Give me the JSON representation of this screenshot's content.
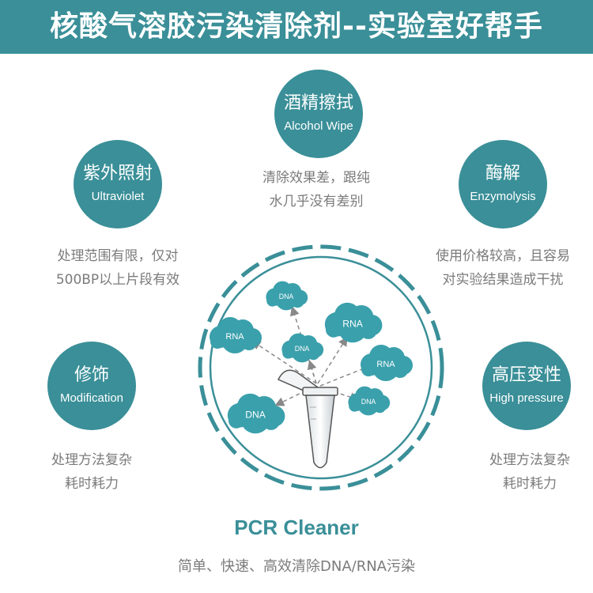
{
  "header": {
    "title": "核酸气溶胶污染清除剂--实验室好帮手"
  },
  "methods": [
    {
      "cn": "酒精擦拭",
      "en": "Alcohol Wipe",
      "desc": [
        "清除效果差，跟纯",
        "水几乎没有差别"
      ]
    },
    {
      "cn": "紫外照射",
      "en": "Ultraviolet",
      "desc": [
        "处理范围有限，仅对",
        "500BP以上片段有效"
      ]
    },
    {
      "cn": "酶解",
      "en": "Enzymolysis",
      "desc": [
        "使用价格较高，且容易",
        "对实验结果造成干扰"
      ]
    },
    {
      "cn": "修饰",
      "en": "Modification",
      "desc": [
        "处理方法复杂",
        "耗时耗力"
      ]
    },
    {
      "cn": "高压变性",
      "en": "High pressure",
      "desc": [
        "处理方法复杂",
        "耗时耗力"
      ]
    }
  ],
  "center": {
    "clouds": [
      "DNA",
      "RNA",
      "DNA",
      "RNA",
      "RNA",
      "DNA",
      "DNA"
    ]
  },
  "product": {
    "name": "PCR Cleaner",
    "tagline": "简单、快速、高效清除DNA/RNA污染"
  },
  "colors": {
    "teal": "#3a8f98",
    "grey_text": "#7b7b7b",
    "cloud": "#3aa0ac"
  }
}
